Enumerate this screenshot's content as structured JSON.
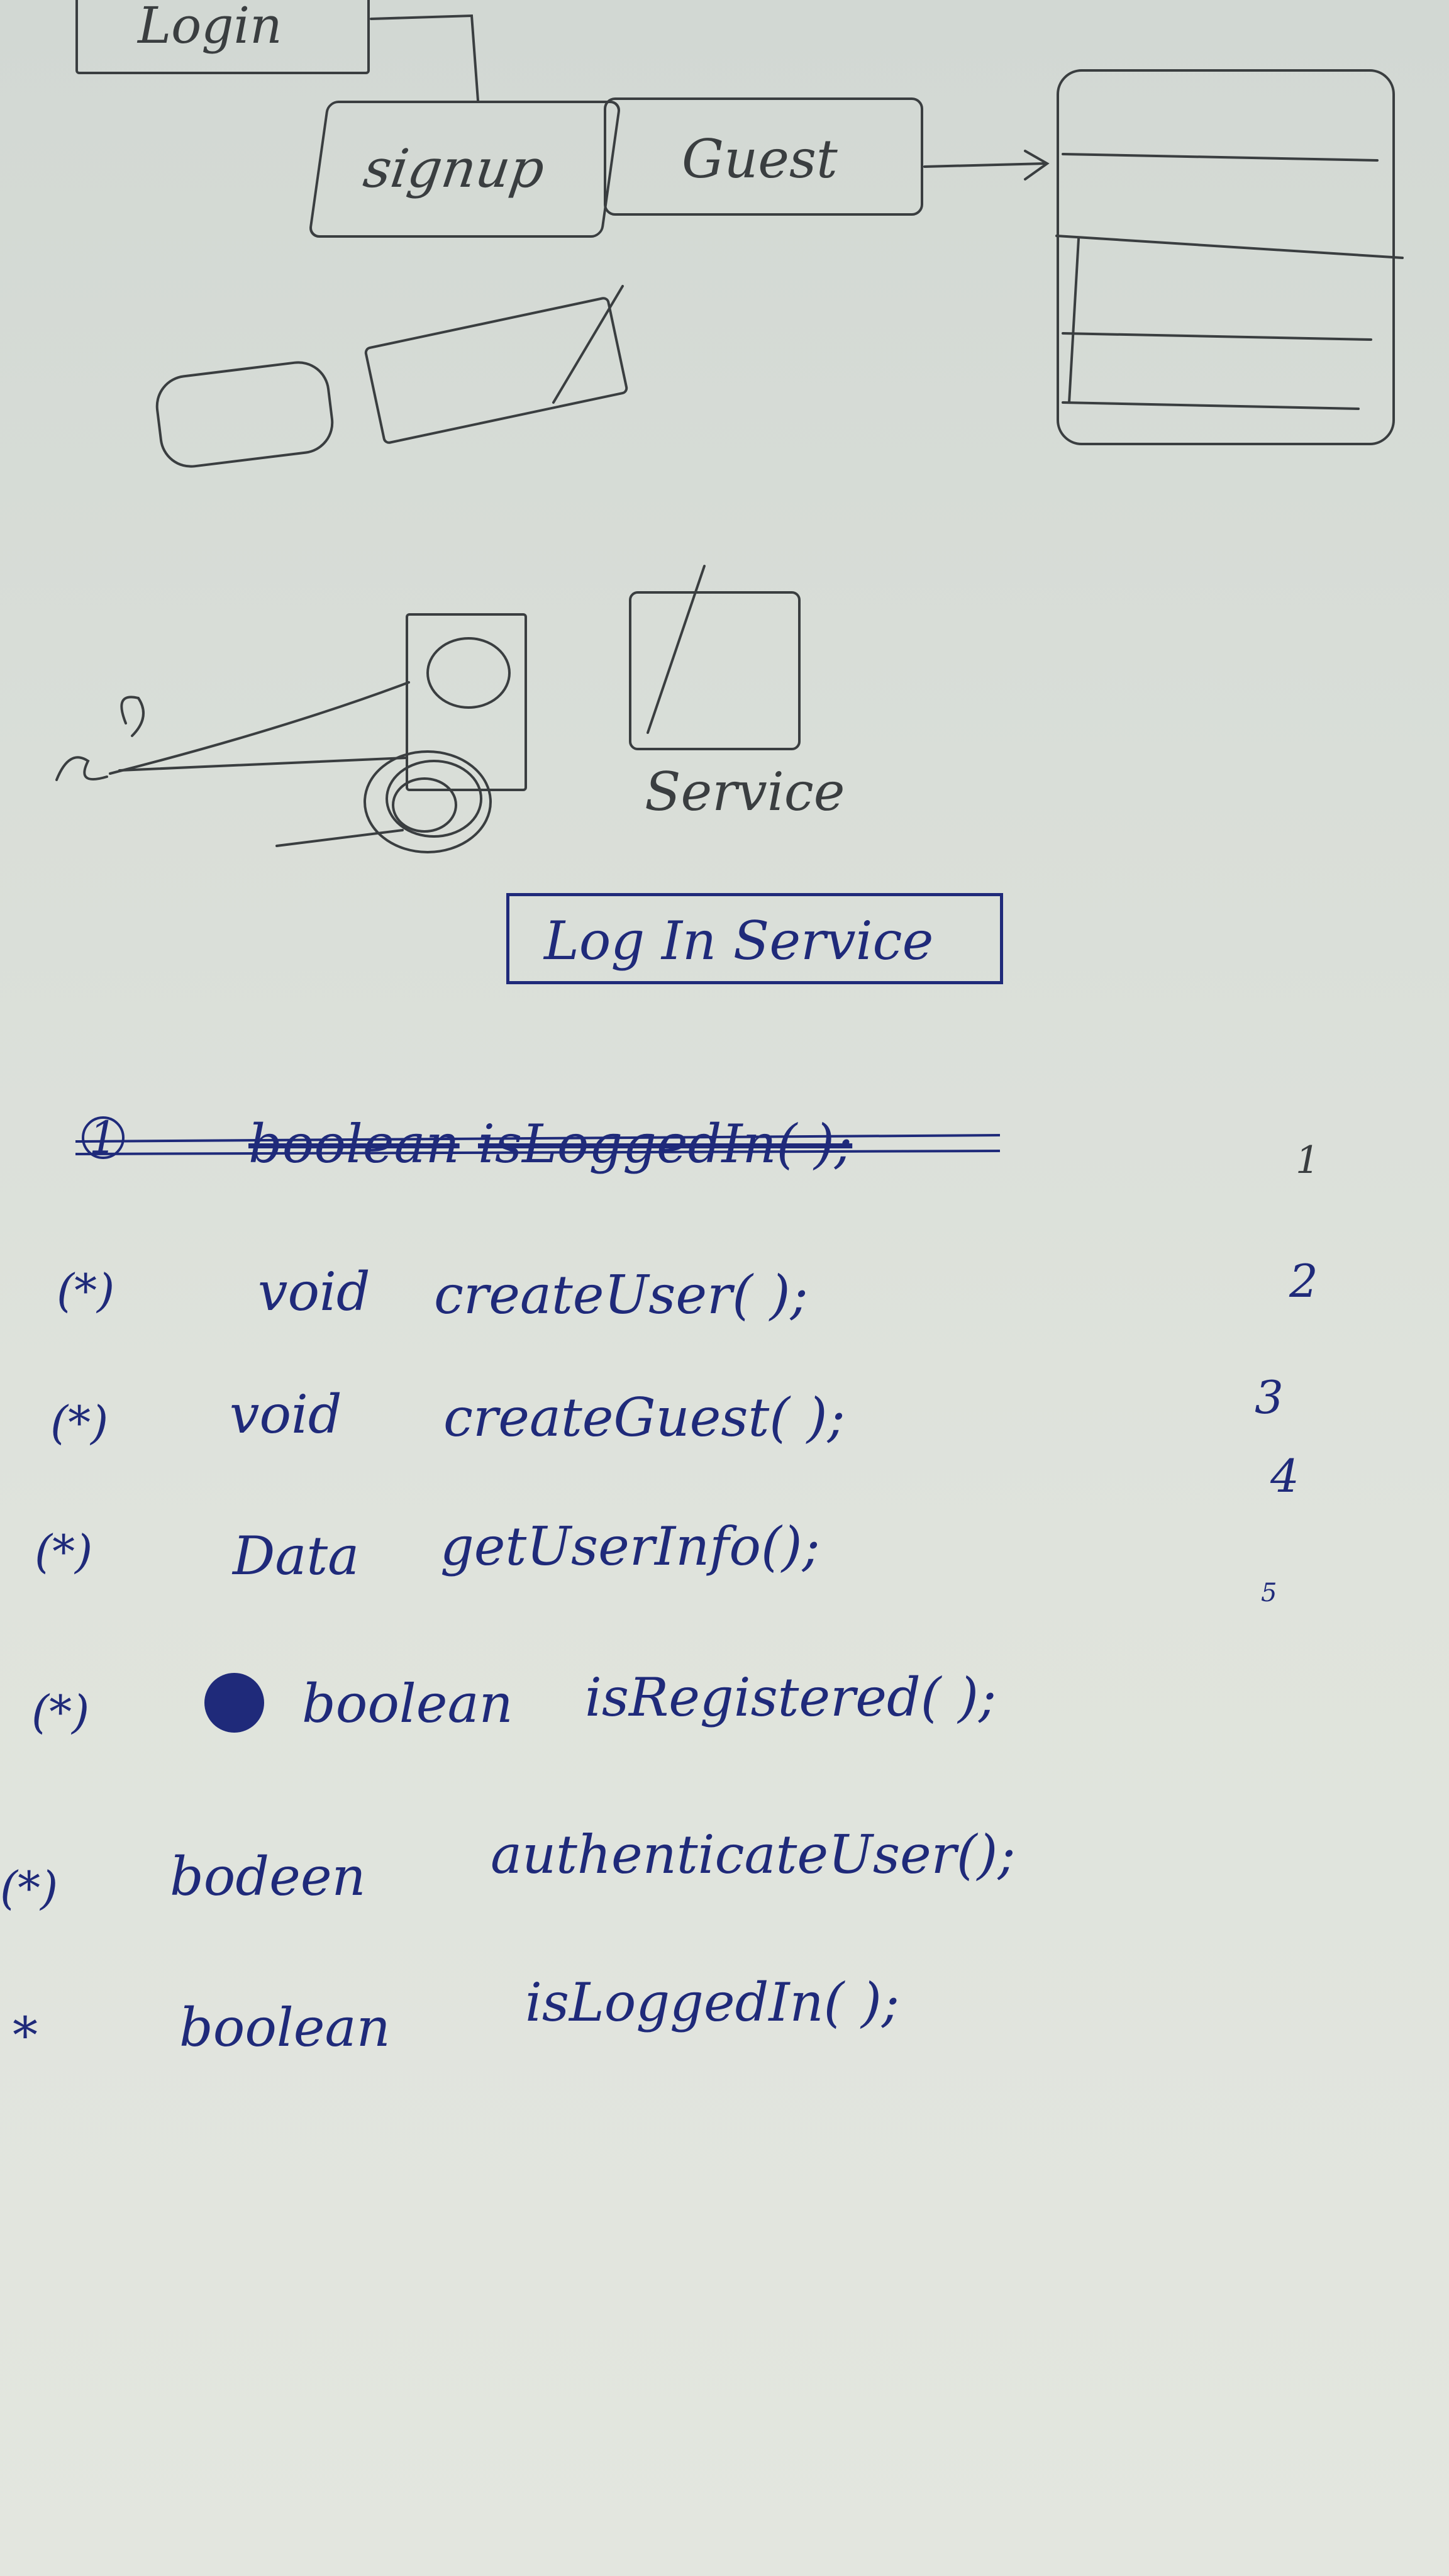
{
  "sketch": {
    "login_label": "Login",
    "signup_label": "signup",
    "guest_label": "Guest",
    "service_label": "Service"
  },
  "notes": {
    "title": "Log In Service",
    "methods": [
      {
        "marker": "1",
        "type": "boolean",
        "signature": "isLoggedIn( );",
        "struck": true
      },
      {
        "marker": "(*)",
        "type": "void",
        "signature": "createUser( );"
      },
      {
        "marker": "(*)",
        "type": "void",
        "signature": "createGuest( );"
      },
      {
        "marker": "(*)",
        "type": "Data",
        "signature": "getUserInfo();"
      },
      {
        "marker": "(*)",
        "type": "boolean",
        "signature": "isRegistered( );"
      },
      {
        "marker": "(*)",
        "type": "bodeen",
        "signature": "authenticateUser();"
      },
      {
        "marker": "*",
        "type": "boolean",
        "signature": "isLoggedIn( );"
      }
    ],
    "margin_numbers": [
      "1",
      "2",
      "3",
      "4",
      "5"
    ]
  }
}
